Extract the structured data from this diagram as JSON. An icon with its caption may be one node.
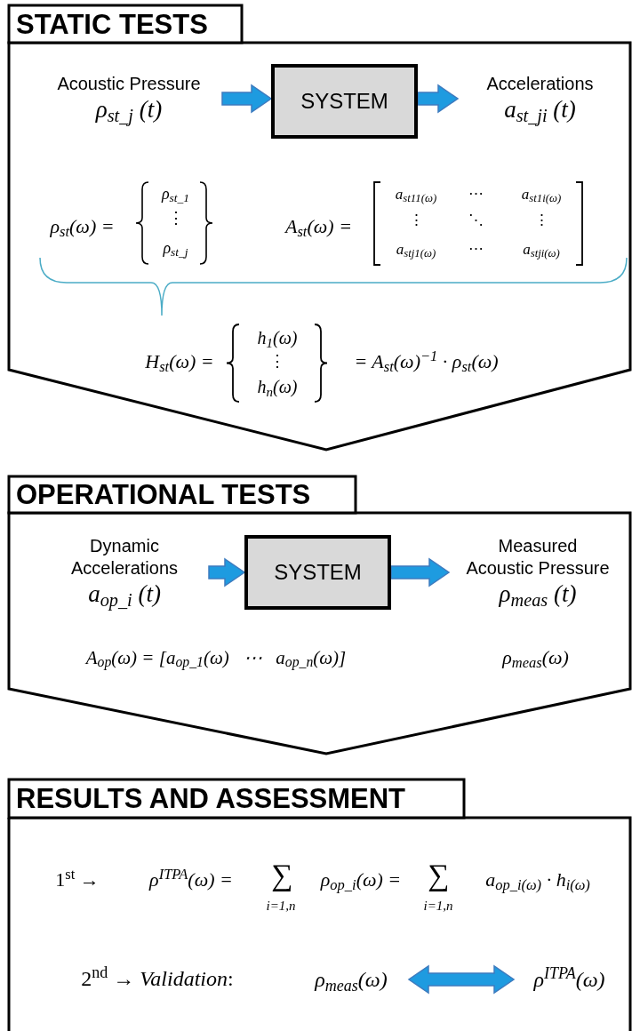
{
  "diagram": {
    "nodes": [
      {
        "text": [
          "STATIC TESTS"
        ]
      },
      {
        "text": [
          "Acoustic Pressure",
          "ρ$_{st_j}$ (t)"
        ],
        "in": 0
      },
      {
        "text": [
          "SYSTEM"
        ],
        "in": 0
      },
      {
        "text": [
          "Accelerations",
          "a$_{st_ji}$ (t)"
        ],
        "in": 0
      },
      {
        "text": [
          "OPERATIONAL TESTS"
        ]
      },
      {
        "text": [
          "Dynamic Accelerations",
          "a$_{op_i}$ (t)"
        ],
        "in": 4
      },
      {
        "text": [
          "SYSTEM"
        ],
        "in": 4
      },
      {
        "text": [
          "Measured Acoustic Pressure",
          "ρ$_{meas}$ (t)"
        ],
        "in": 4
      },
      {
        "text": [
          "RESULTS AND ASSESSMENT"
        ]
      },
      {
        "text": [
          "ρ$_{meas}$(ω)"
        ],
        "in": 8
      },
      {
        "text": [
          "ρ$^{ITPA}$(ω)"
        ],
        "in": 8
      }
    ],
    "edges": [
      {
        "from": 1,
        "to": 2,
        "arrow": "to"
      },
      {
        "from": 2,
        "to": 3,
        "arrow": "to"
      },
      {
        "from": 5,
        "to": 6,
        "arrow": "to"
      },
      {
        "from": 6,
        "to": 7,
        "arrow": "to"
      },
      {
        "from": 9,
        "to": 10,
        "arrow": "both"
      }
    ],
    "labels": [
      "ρ$_{st}$(ω) =",
      "ρ$_{st_1}$",
      "⋮",
      "ρ$_{st_j}$",
      "A$_{st}$(ω) =",
      "a$_{st11(ω)}$",
      "⋯",
      "a$_{st1i(ω)}$",
      "⋮",
      "⋱",
      "⋮",
      "a$_{stj1(ω)}$",
      "⋯",
      "a$_{stji(ω)}$",
      "H$_{st}$(ω) =",
      "h$_{1}$(ω)",
      "⋮",
      "h$_{n}$(ω)",
      "= A$_{st}$(ω)$^{−1}$ · ρ$_{st}$(ω)",
      "A$_{op}$(ω) = [a$_{op_1}$(ω)   ⋯   a$_{op_n}$(ω)]",
      "ρ$_{meas}$(ω)",
      "1$^{st}$ →",
      "ρ$^{ITPA}$(ω) =",
      "∑",
      "i=1,n",
      "ρ$_{op_i}$(ω) =",
      "∑",
      "i=1,n",
      "a$_{op_i(ω)}$ · h$_{i(ω)}$",
      "2$^{nd}$ → *Validation*:"
    ]
  }
}
